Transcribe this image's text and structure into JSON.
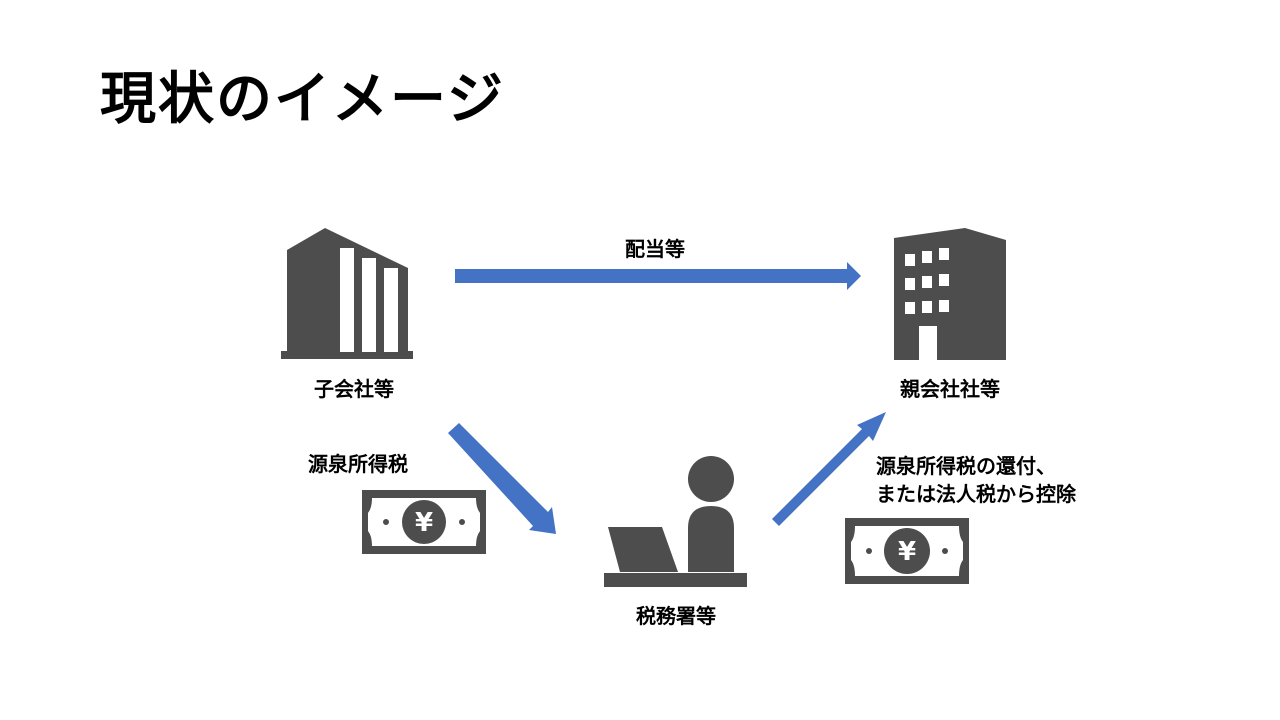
{
  "slide": {
    "title": "現状のイメージ"
  },
  "diagram": {
    "nodes": {
      "subsidiary": {
        "label": "子会社等",
        "icon": "building-icon"
      },
      "parent": {
        "label": "親会社社等",
        "icon": "office-building-icon"
      },
      "tax_office": {
        "label": "税務署等",
        "icon": "person-at-desk-icon"
      }
    },
    "edges": {
      "dividend": {
        "label": "配当等"
      },
      "withholding": {
        "label": "源泉所得税",
        "icon": "yen-banknote-icon"
      },
      "refund": {
        "label_line1": "源泉所得税の還付、",
        "label_line2": "または法人税から控除",
        "icon": "yen-banknote-icon"
      }
    },
    "colors": {
      "arrow": "#4472C4",
      "icon": "#4D4D4D"
    },
    "yen_symbol": "¥"
  }
}
